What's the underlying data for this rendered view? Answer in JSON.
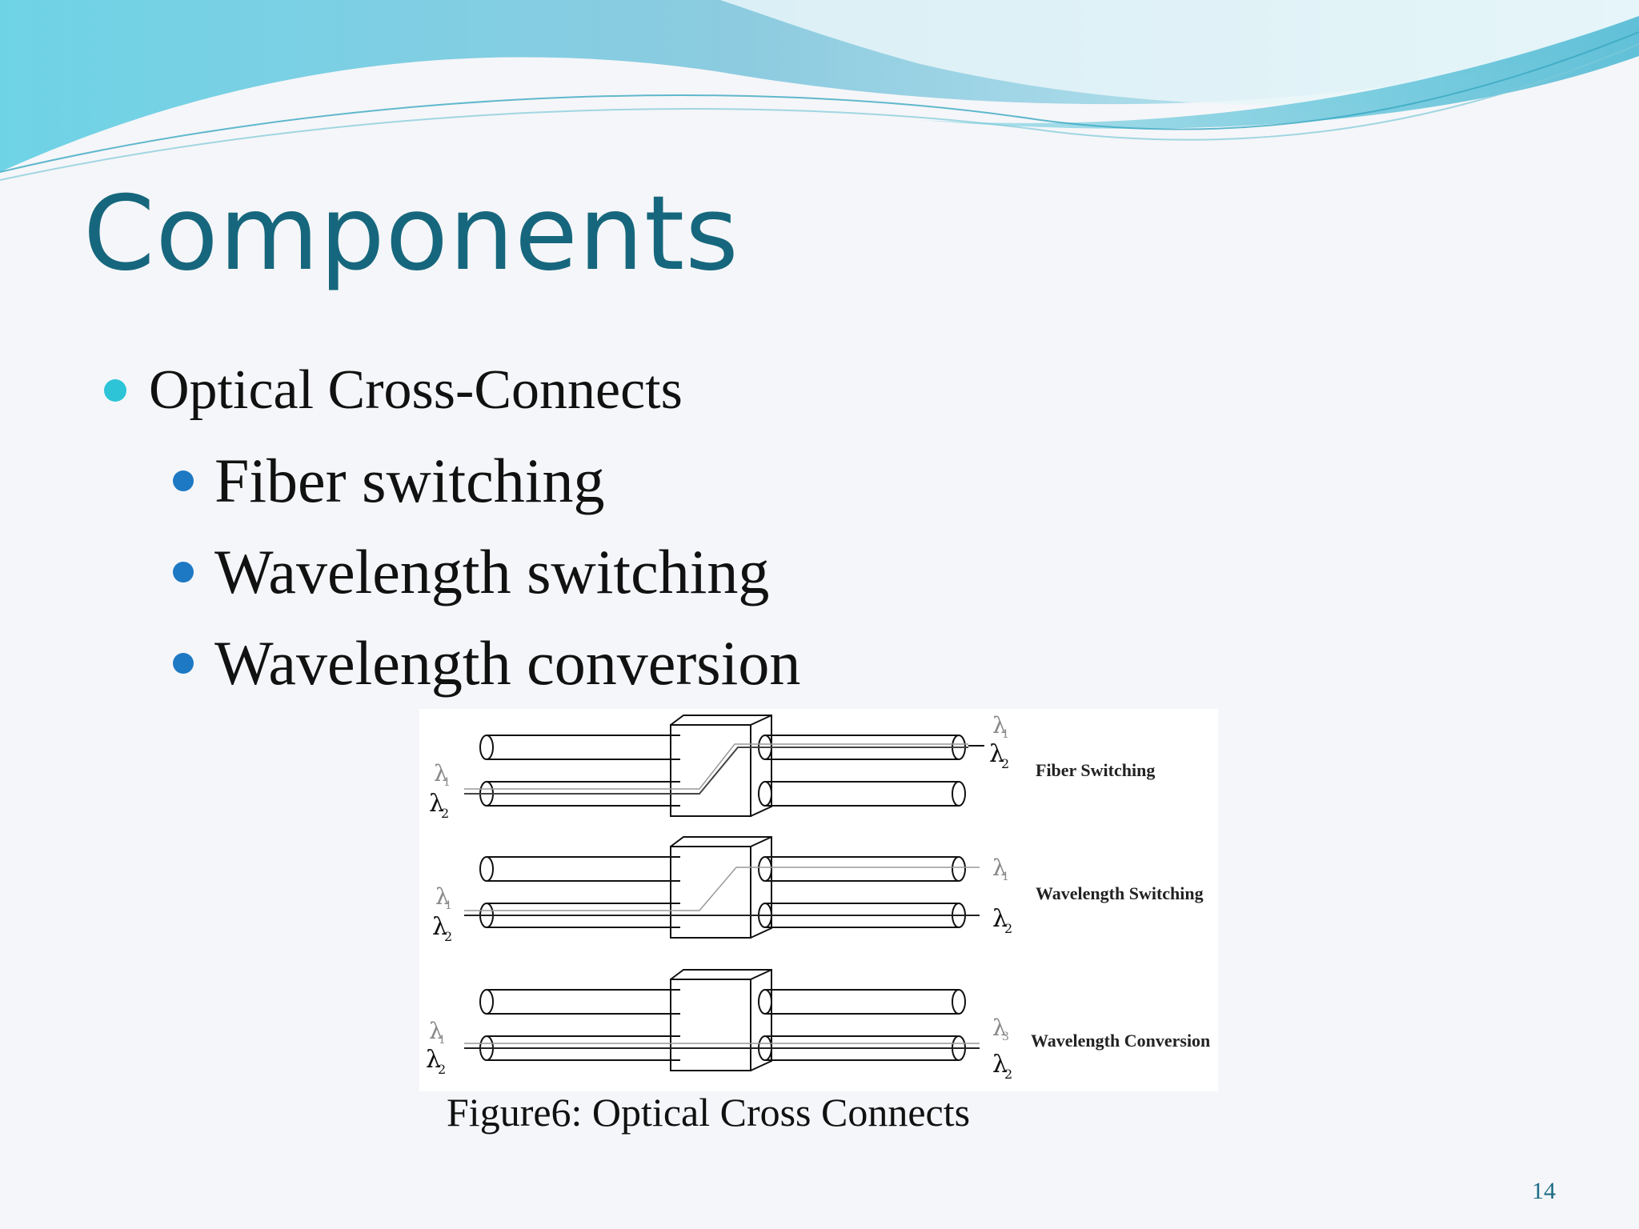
{
  "slide": {
    "title": "Components",
    "bullets": [
      {
        "text": "Optical Cross-Connects",
        "children": [
          "Fiber switching",
          "Wavelength switching",
          "Wavelength conversion"
        ]
      }
    ],
    "figure": {
      "labels": [
        "Fiber Switching",
        "Wavelength Switching",
        "Wavelength Conversion"
      ],
      "caption": "Figure6: Optical Cross Connects"
    },
    "page_number": "14"
  },
  "colors": {
    "title": "#16677d",
    "bullet_level_1": "#2cc4d6",
    "bullet_level_2": "#1e79c4",
    "header_wave_light": "#a9e0ec",
    "header_wave_dark": "#5bbfd6"
  }
}
